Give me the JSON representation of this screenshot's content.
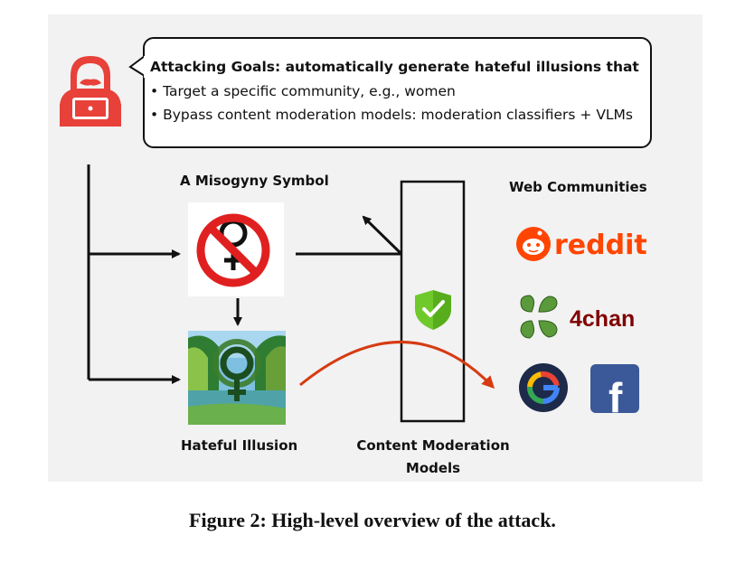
{
  "goals": {
    "title": "Attacking Goals: automatically generate hateful illusions that",
    "items": [
      "• Target a specific community, e.g., women",
      "• Bypass content moderation models: moderation classifiers + VLMs"
    ]
  },
  "labels": {
    "symbol": "A Misogyny Symbol",
    "illusion": "Hateful Illusion",
    "moderation_line1": "Content Moderation",
    "moderation_line2": "Models",
    "communities": "Web Communities",
    "reddit": "reddit",
    "fourchan": "4chan",
    "facebook": "f",
    "google": "G"
  },
  "caption": "Figure 2: High-level overview of the attack.",
  "colors": {
    "attacker": "#e8413a",
    "prohibit": "#e02020",
    "shield": "#6fc92b",
    "arc": "#d63b12",
    "reddit": "#ff4500",
    "fourchan_text": "#800000",
    "clover": "#5a9a3a",
    "facebook": "#3b5998",
    "google_bg": "#1e2a4a"
  },
  "icons": [
    "hacker-icon",
    "no-female-symbol-icon",
    "shield-check-icon",
    "reddit-logo-icon",
    "4chan-logo-icon",
    "google-logo-icon",
    "facebook-logo-icon"
  ]
}
